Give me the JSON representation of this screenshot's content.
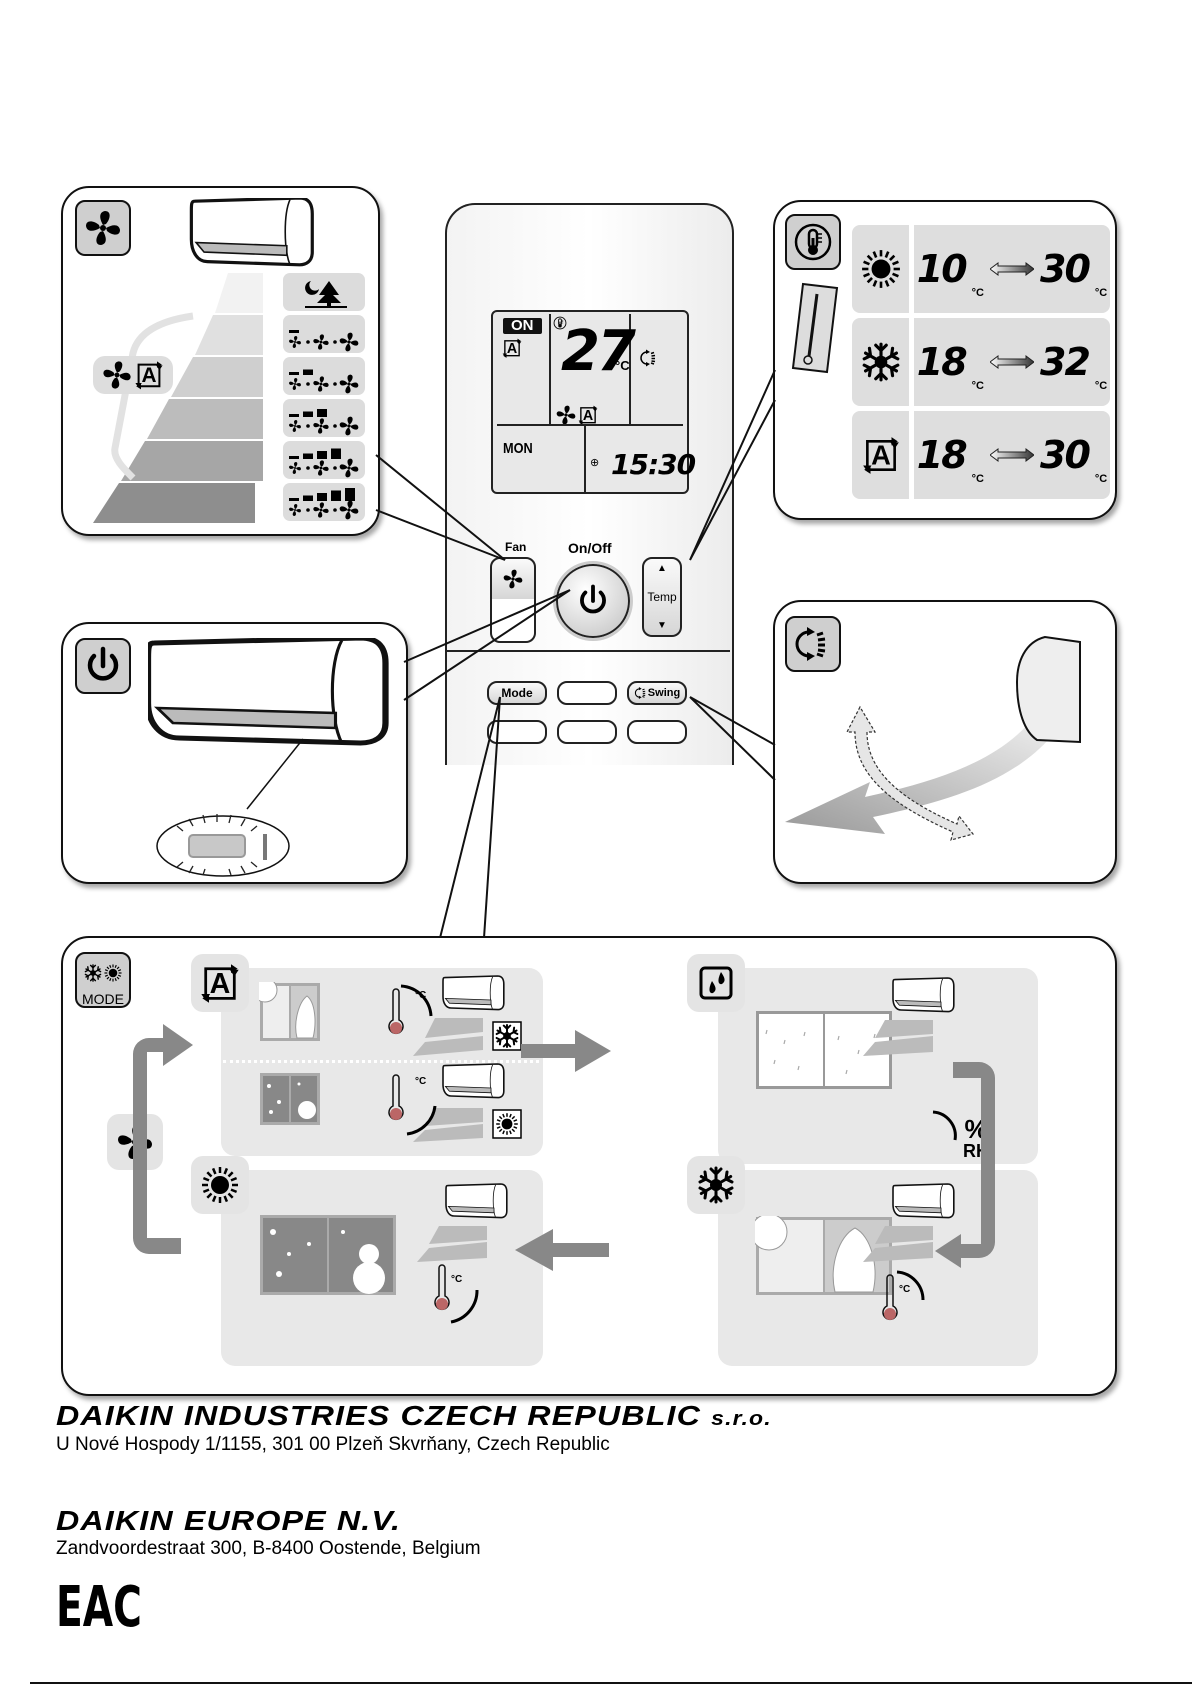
{
  "fan_panel": {
    "title_icon": "fan-icon",
    "auto_fan_icon": "fan-auto-icon",
    "levels": [
      {
        "name": "quiet",
        "icon": "moon-tree-icon",
        "bars": 0
      },
      {
        "name": "level-1",
        "icon": "fan-speed-icon",
        "bars": 1
      },
      {
        "name": "level-2",
        "icon": "fan-speed-icon",
        "bars": 2
      },
      {
        "name": "level-3",
        "icon": "fan-speed-icon",
        "bars": 3
      },
      {
        "name": "level-4",
        "icon": "fan-speed-icon",
        "bars": 4
      },
      {
        "name": "level-5",
        "icon": "fan-speed-icon",
        "bars": 5
      }
    ]
  },
  "power_panel": {
    "title_icon": "power-icon"
  },
  "remote": {
    "lcd": {
      "on_badge": "ON",
      "mode_icon": "auto-mode-icon",
      "temperature": "27",
      "temp_unit": "°C",
      "fan_mode": "fan-auto-icon",
      "swing_icon": "swing-icon",
      "day": "MON",
      "time": "15:30"
    },
    "buttons": {
      "fan_label": "Fan",
      "onoff_label": "On/Off",
      "temp_label": "Temp",
      "temp_up": "▲",
      "temp_down": "▼",
      "mode_label": "Mode",
      "swing_label": "Swing"
    }
  },
  "temp_panel": {
    "title_icon": "thermometer-icon",
    "ranges": [
      {
        "mode": "heat",
        "icon": "sun-icon",
        "min": "10",
        "max": "30",
        "unit": "°C"
      },
      {
        "mode": "cool",
        "icon": "snowflake-icon",
        "min": "18",
        "max": "32",
        "unit": "°C"
      },
      {
        "mode": "auto",
        "icon": "auto-mode-icon",
        "min": "18",
        "max": "30",
        "unit": "°C"
      }
    ]
  },
  "swing_panel": {
    "title_icon": "swing-icon"
  },
  "mode_panel": {
    "title_label": "MODE",
    "modes": [
      {
        "name": "auto",
        "icon": "auto-mode-icon",
        "effect_unit": "°C"
      },
      {
        "name": "dry",
        "icon": "dry-drops-icon",
        "effect_label_top": "%",
        "effect_label_bottom": "RH"
      },
      {
        "name": "cool",
        "icon": "snowflake-icon",
        "effect_unit": "°C"
      },
      {
        "name": "heat",
        "icon": "sun-icon",
        "effect_unit": "°C"
      },
      {
        "name": "fan",
        "icon": "fan-icon"
      }
    ]
  },
  "footer": {
    "company1": "DAIKIN INDUSTRIES CZECH REPUBLIC",
    "company1_suffix": "s.r.o.",
    "address1": "U Nové Hospody 1/1155, 301 00 Plzeň Skvrňany, Czech Republic",
    "company2": "DAIKIN EUROPE N.V.",
    "address2": "Zandvoordestraat 300, B-8400 Oostende, Belgium",
    "mark": "EAC"
  }
}
